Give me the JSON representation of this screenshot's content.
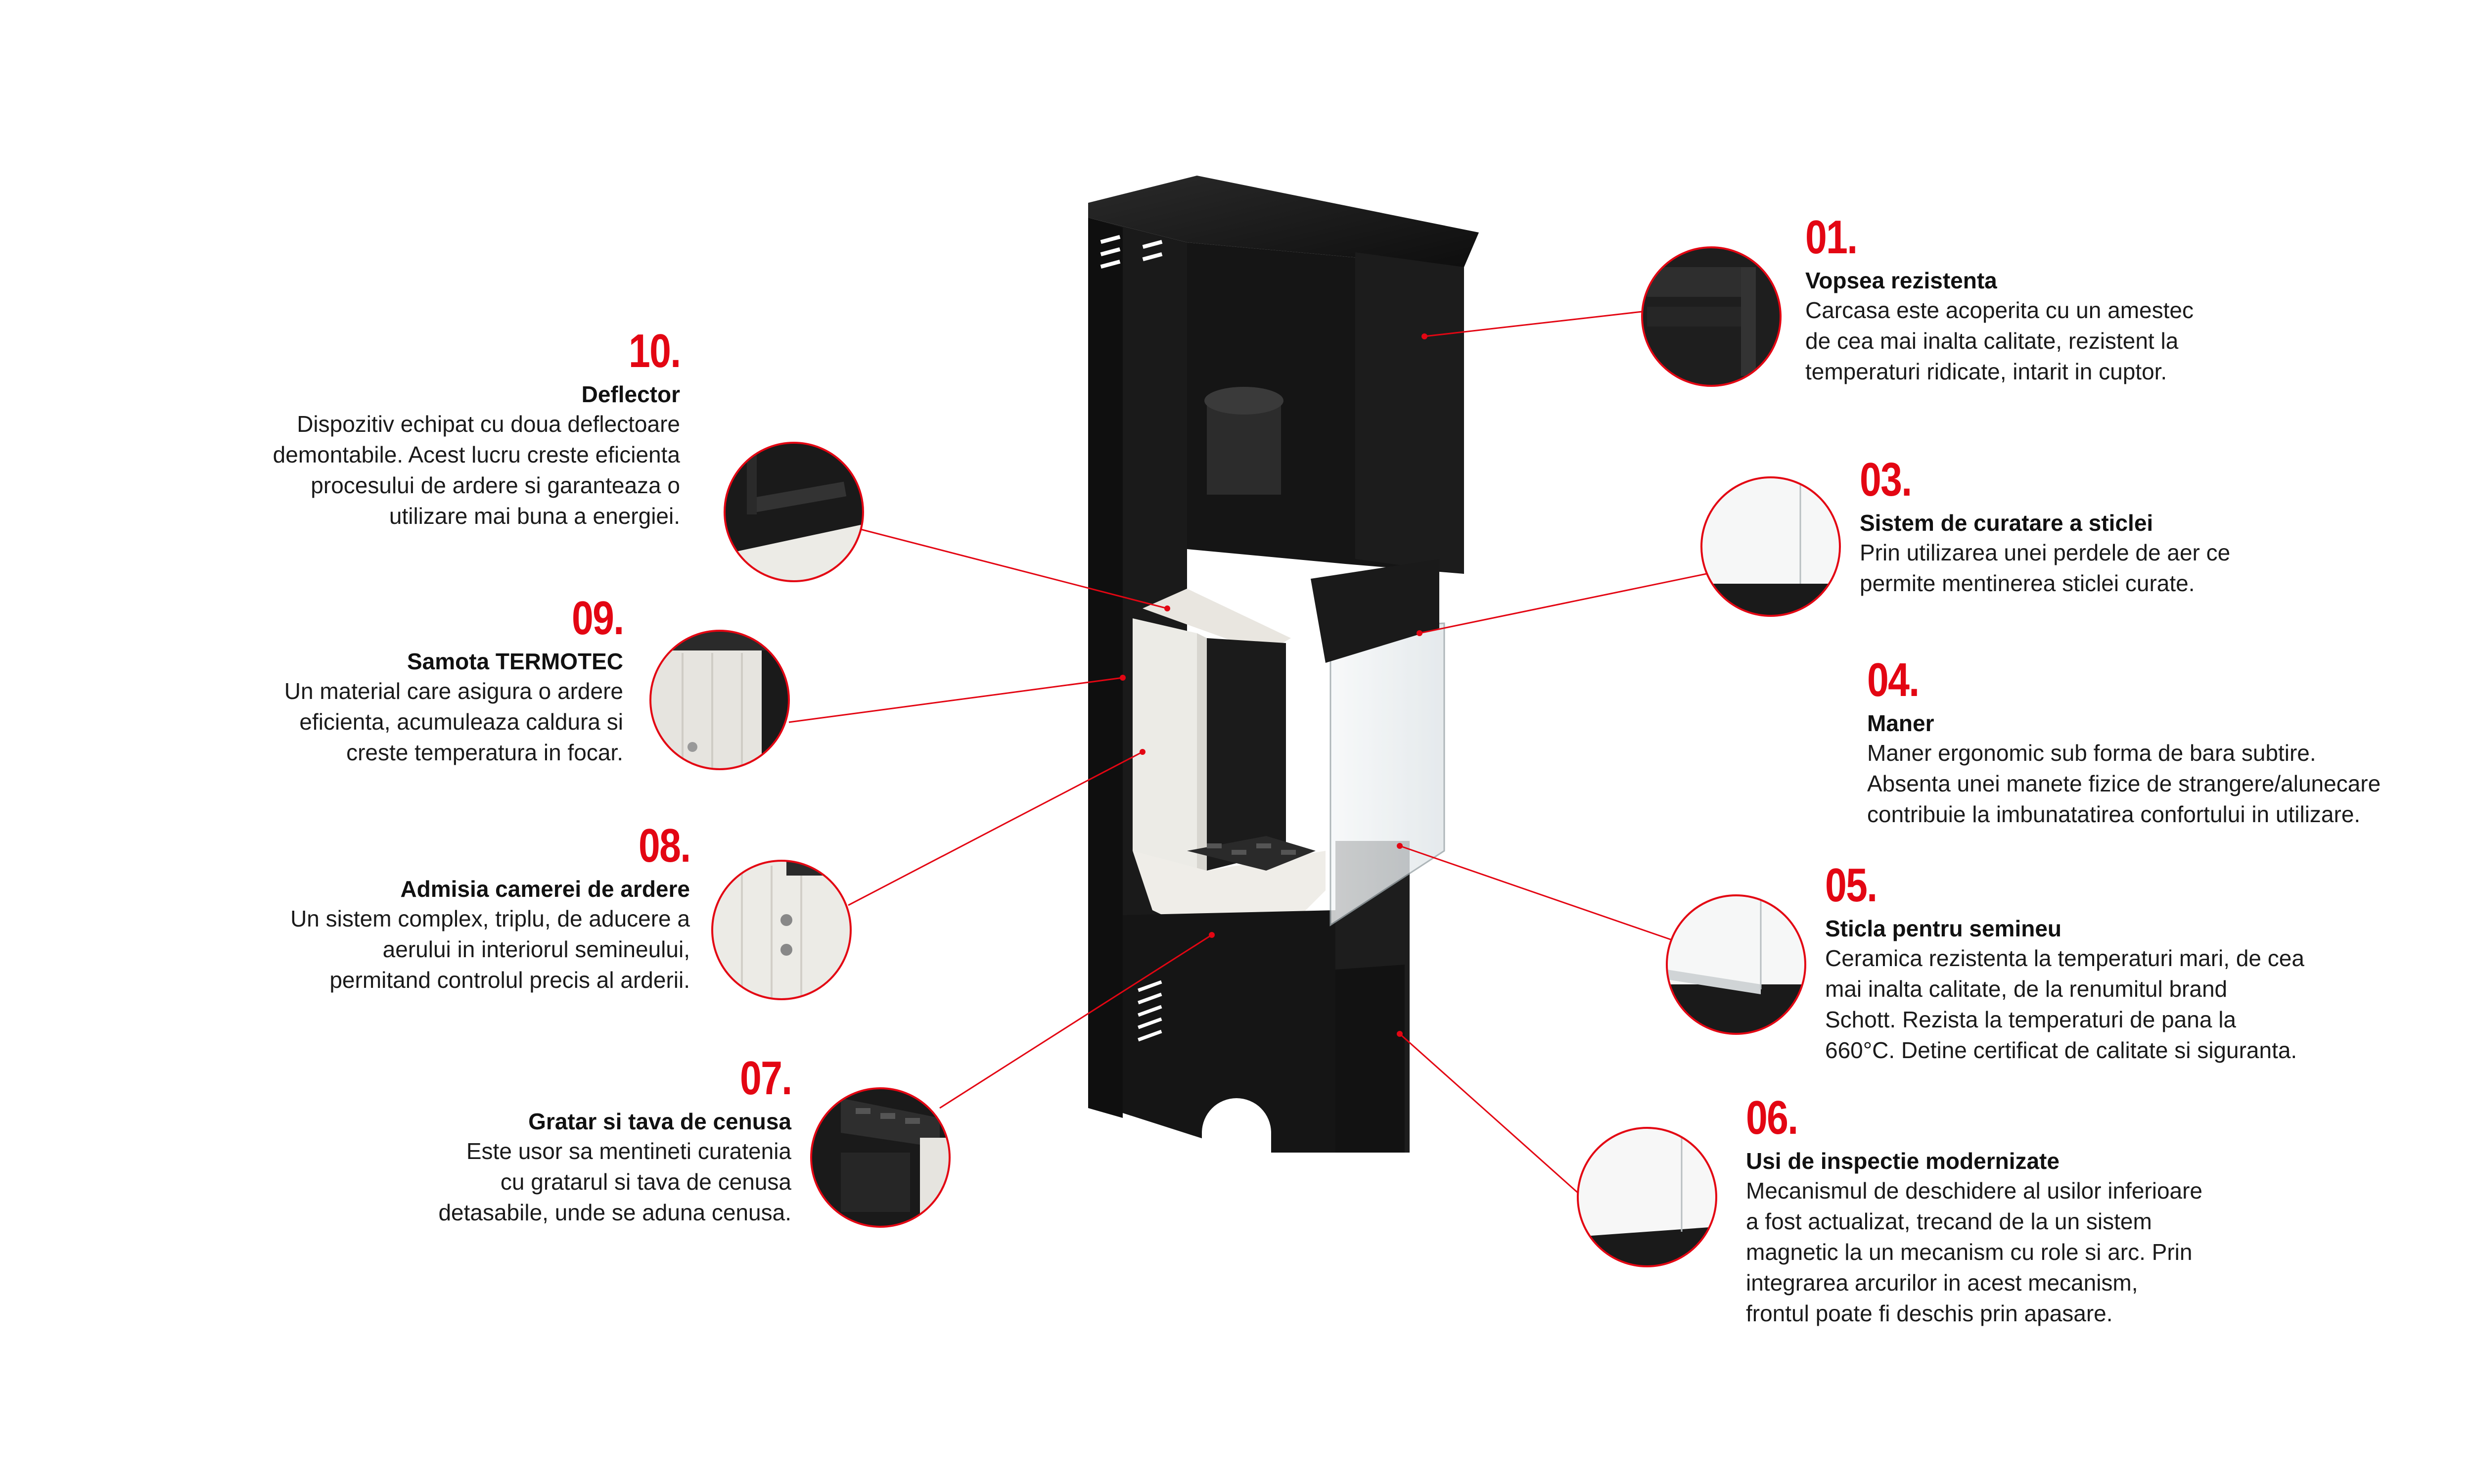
{
  "colors": {
    "accent": "#e30613",
    "text": "#111111",
    "stove_body": "#161616",
    "refractory": "#ece9e3",
    "glass": "#eef2f4"
  },
  "callouts": [
    {
      "number": "10.",
      "title": "Deflector",
      "description": "Dispozitiv echipat cu doua deflectoare\ndemontabile. Acest lucru creste eficienta\nprocesului de ardere si garanteaza o\nutilizare mai buna a energiei."
    },
    {
      "number": "09.",
      "title": "Samota TERMOTEC",
      "description": "Un material care asigura o ardere\neficienta, acumuleaza caldura si\ncreste temperatura in focar."
    },
    {
      "number": "08.",
      "title": "Admisia camerei de ardere",
      "description": "Un sistem complex, triplu, de aducere a\naerului in interiorul semineului,\npermitand controlul precis al arderii."
    },
    {
      "number": "07.",
      "title": "Gratar si tava de cenusa",
      "description": "Este usor sa mentineti curatenia\ncu gratarul si tava de cenusa\ndetasabile, unde se aduna cenusa."
    },
    {
      "number": "01.",
      "title": "Vopsea rezistenta",
      "description": "Carcasa este acoperita cu un amestec\nde cea mai inalta calitate, rezistent la\ntemperaturi ridicate, intarit in cuptor."
    },
    {
      "number": "03.",
      "title": "Sistem de curatare a sticlei",
      "description": "Prin utilizarea unei perdele de aer ce\npermite mentinerea sticlei curate."
    },
    {
      "number": "04.",
      "title": "Maner",
      "description": "Maner ergonomic sub forma de bara subtire.\nAbsenta unei manete fizice de strangere/alunecare\ncontribuie la imbunatatirea confortului in utilizare."
    },
    {
      "number": "05.",
      "title": "Sticla pentru semineu",
      "description": "Ceramica rezistenta la temperaturi mari, de cea\nmai inalta calitate, de la renumitul brand\nSchott. Rezista la temperaturi de pana la\n660°C. Detine certificat de calitate si siguranta."
    },
    {
      "number": "06.",
      "title": "Usi de inspectie modernizate",
      "description": "Mecanismul de deschidere al usilor inferioare\na fost actualizat, trecand de la un sistem\nmagnetic la un mecanism cu role si arc. Prin\nintegrarea arcurilor in acest mecanism,\nfrontul poate fi deschis prin apasare."
    }
  ],
  "detail_icons": [
    "deflector-detail",
    "samota-detail",
    "air-intake-detail",
    "grate-ashpan-detail",
    "paint-detail",
    "glass-cleaning-detail",
    "glass-detail",
    "inspection-door-detail"
  ]
}
